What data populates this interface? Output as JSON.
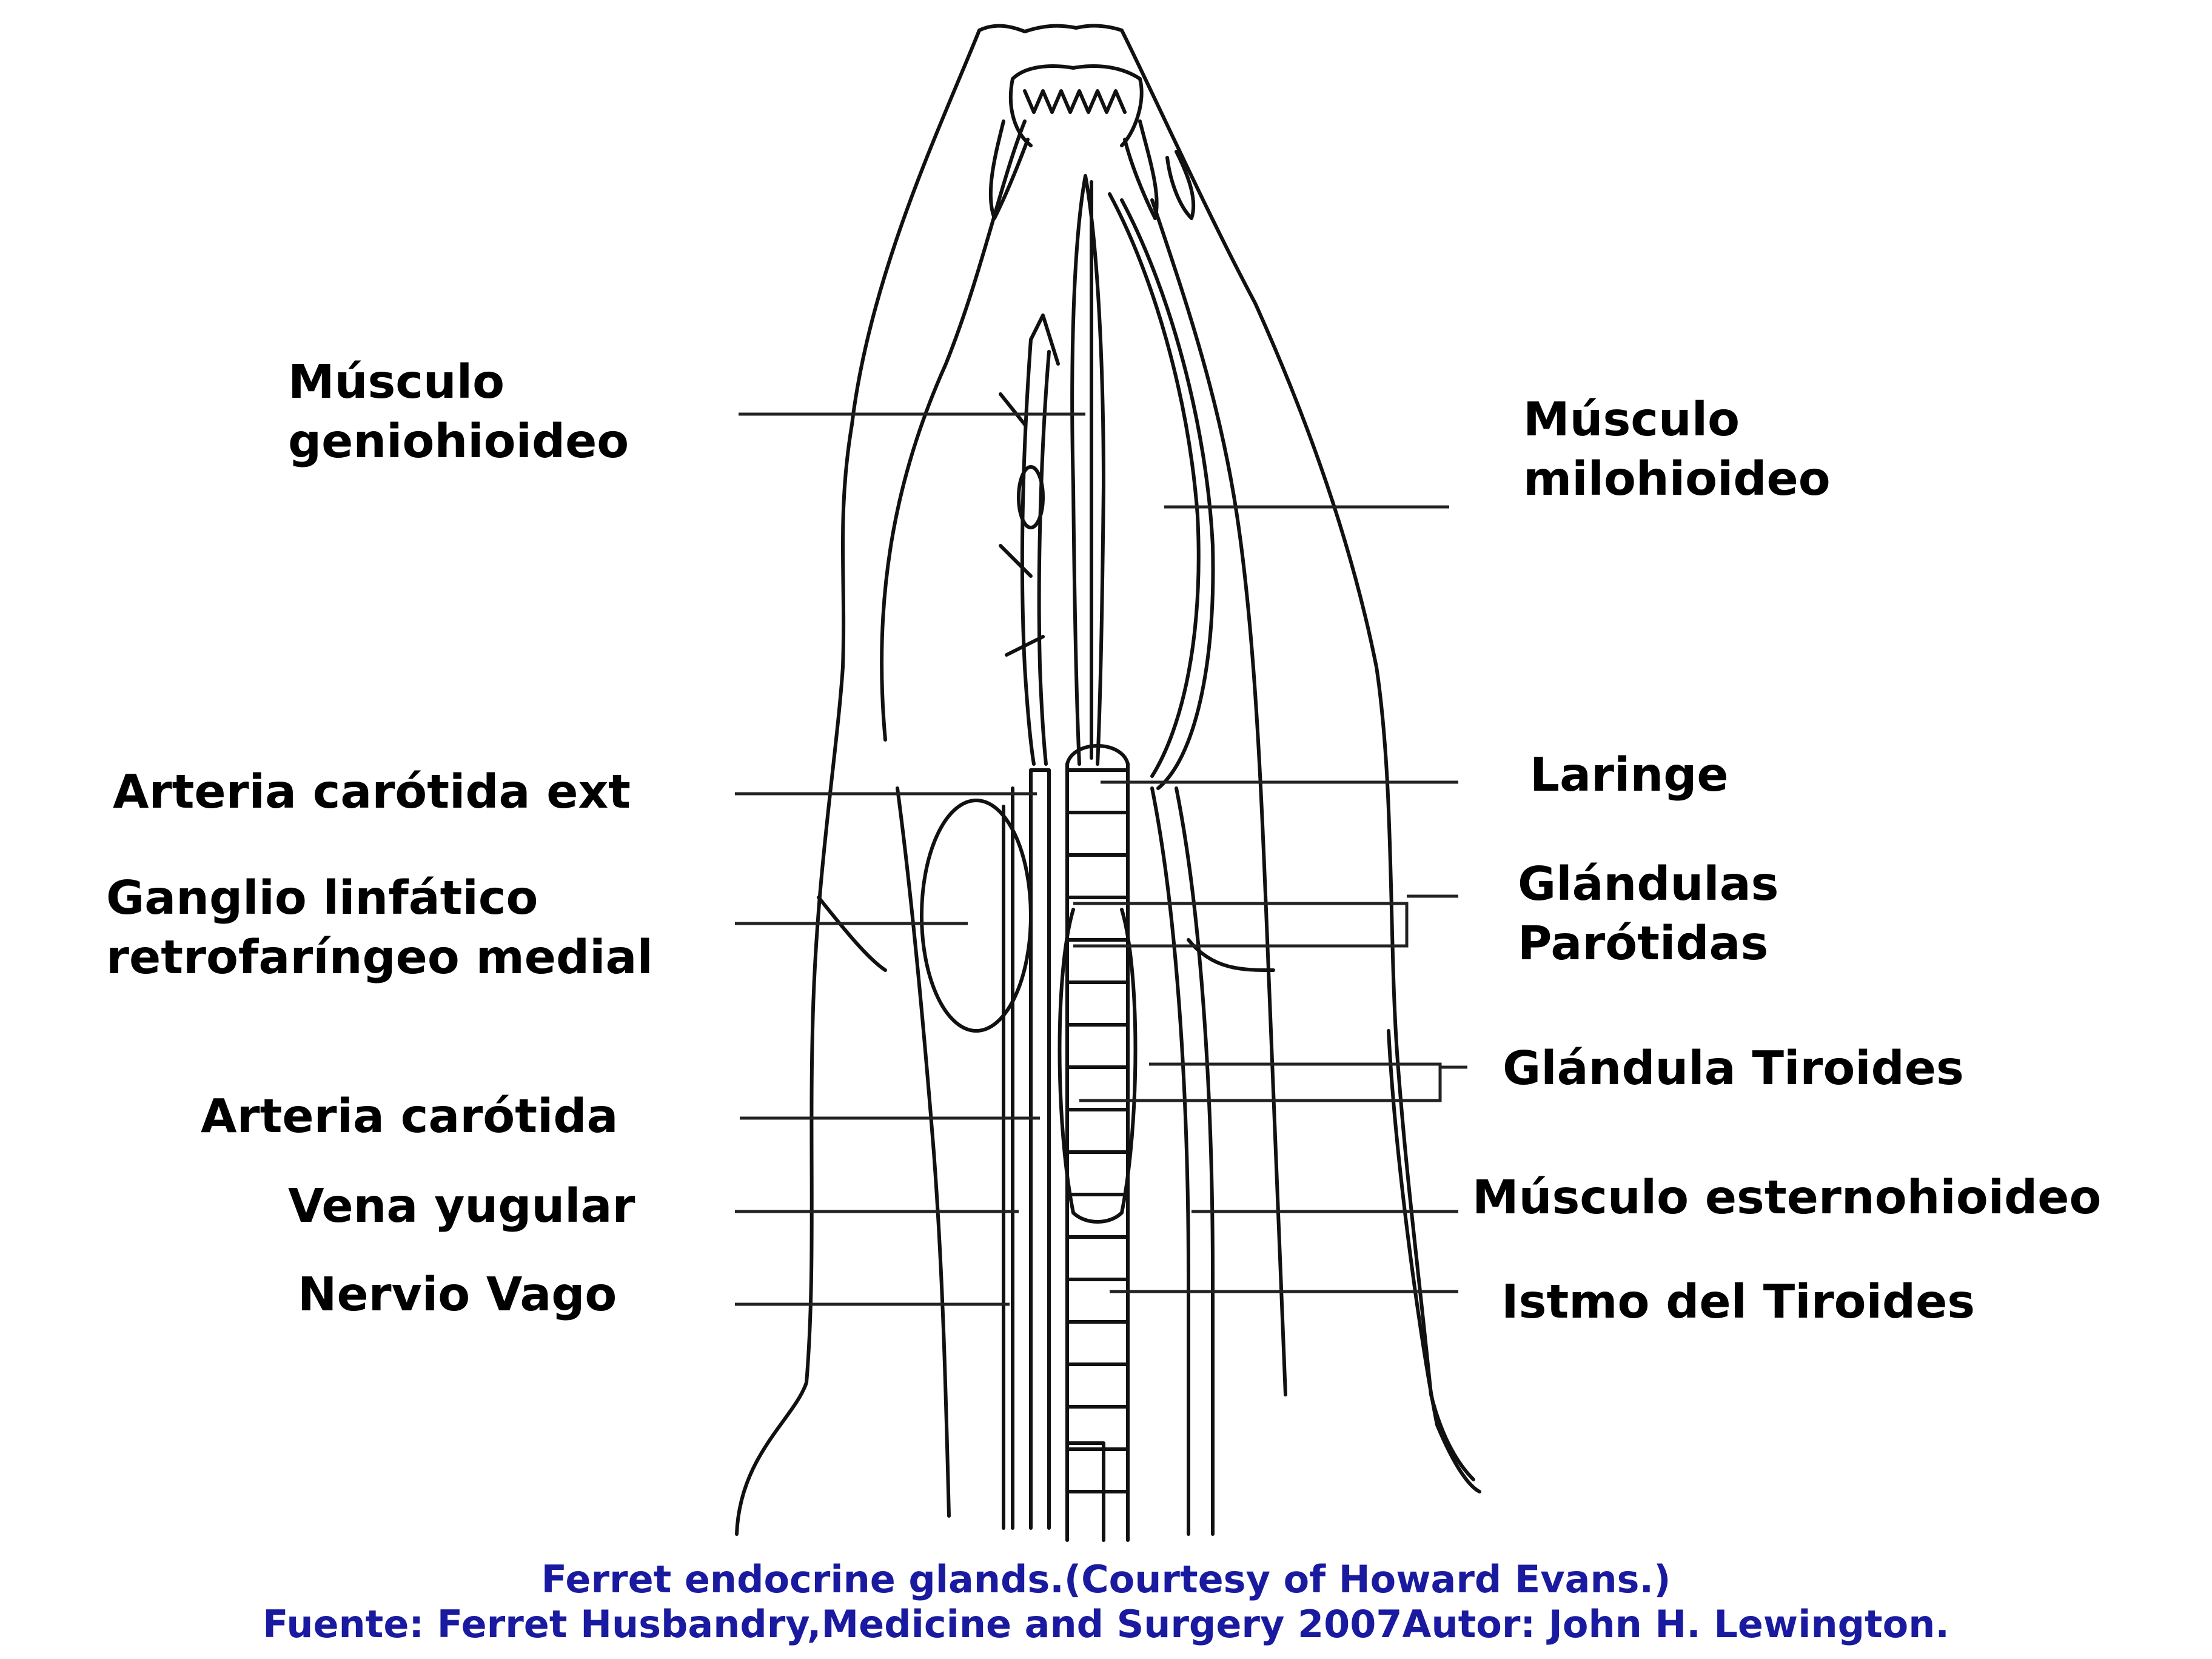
{
  "labels": {
    "geniohioideo": [
      "Músculo",
      "geniohioideo"
    ],
    "milohioideo": [
      "Músculo",
      "milohioideo"
    ],
    "carotida_ext": "Arteria carótida ext",
    "ganglio": [
      "Ganglio linfático",
      "retrofaríngeo medial"
    ],
    "laringe": "Laringe",
    "parotidas": [
      "Glándulas",
      "Parótidas"
    ],
    "tiroides": "Glándula Tiroides",
    "carotida": "Arteria carótida",
    "esternohioideo": "Músculo esternohioideo",
    "vena": "Vena yugular",
    "istmo": "Istmo del Tiroides",
    "vago": "Nervio Vago"
  },
  "caption": {
    "line1": "Ferret endocrine glands.(Courtesy of Howard Evans.)",
    "line2": "Fuente: Ferret Husbandry,Medicine and Surgery 2007Autor: John H. Lewington."
  },
  "colors": {
    "ink": "#000000",
    "leader": "#222222",
    "caption": "#1a1aa0",
    "background": "#ffffff"
  }
}
